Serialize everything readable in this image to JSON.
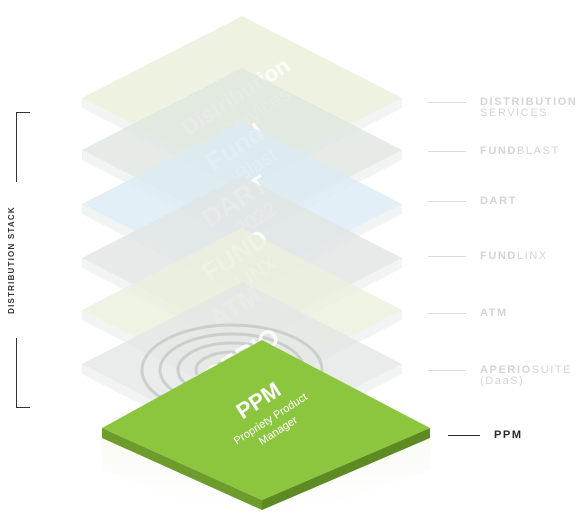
{
  "layers": [
    {
      "id": "distribution-services",
      "title": "Distribution",
      "subtitle": "Services",
      "legend_bold": "DISTRIBUTION",
      "legend_light": "SERVICES",
      "color": "#e9efd9"
    },
    {
      "id": "fundblast",
      "title": "Fund",
      "subtitle": "Blast",
      "legend_bold": "FUND",
      "legend_light": "BLAST",
      "color": "#dfe6e0"
    },
    {
      "id": "dart",
      "title": "DART",
      "subtitle": "2022",
      "legend_bold": "DART",
      "legend_light": "",
      "color": "#dbeaf3"
    },
    {
      "id": "fundlinx",
      "title": "FUND",
      "subtitle": "LINX",
      "legend_bold": "FUND",
      "legend_light": "LINX",
      "color": "#e2e4e4"
    },
    {
      "id": "atm",
      "title": "ATM",
      "subtitle": "",
      "legend_bold": "ATM",
      "legend_light": "",
      "color": "#eaf0dc"
    },
    {
      "id": "aperio",
      "title": "APERIO",
      "subtitle": "",
      "legend_bold": "APERIO",
      "legend_light": "SUITE",
      "legend_line2": "(DaaS)",
      "color": "#e4e5e6"
    }
  ],
  "ppm": {
    "title": "PPM",
    "subtitle_line1": "Propriety Product",
    "subtitle_line2": "Manager",
    "legend": "PPM",
    "color_top": "#8cc63f",
    "color_side_left": "#6e9c2c",
    "color_side_right": "#5d8a22"
  },
  "stack_label": "DISTRIBUTION STACK"
}
